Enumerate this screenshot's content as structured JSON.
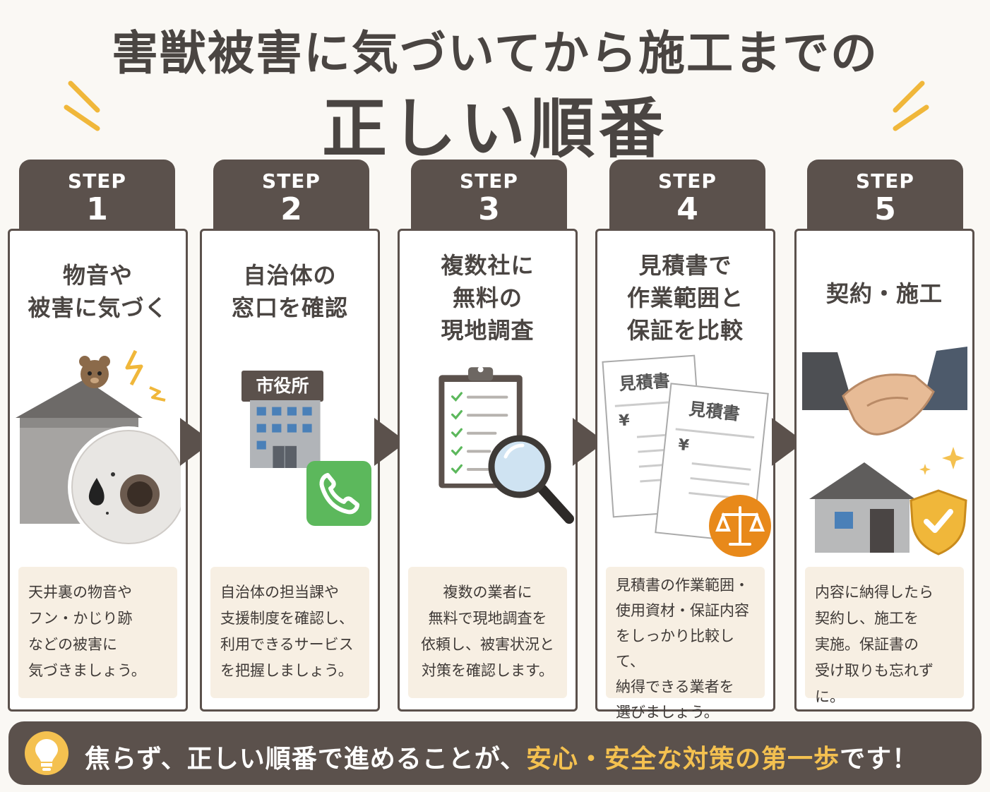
{
  "title": {
    "line1": "害獣被害に気づいてから施工までの",
    "line2": "正しい順番"
  },
  "steps": [
    {
      "label": "STEP",
      "number": "1",
      "heading": [
        "物音や",
        "被害に気づく"
      ],
      "description": [
        "天井裏の物音や",
        "フン・かじり跡",
        "などの被害に",
        "気づきましょう。"
      ]
    },
    {
      "label": "STEP",
      "number": "2",
      "heading": [
        "自治体の",
        "窓口を確認"
      ],
      "sign": "市役所",
      "description": [
        "自治体の担当課や",
        "支援制度を確認し、",
        "利用できるサービス",
        "を把握しましょう。"
      ]
    },
    {
      "label": "STEP",
      "number": "3",
      "heading": [
        "複数社に",
        "無料の",
        "現地調査"
      ],
      "description": [
        "複数の業者に",
        "無料で現地調査を",
        "依頼し、被害状況と",
        "対策を確認します。"
      ]
    },
    {
      "label": "STEP",
      "number": "4",
      "heading": [
        "見積書で",
        "作業範囲と",
        "保証を比較"
      ],
      "doc_label": "見積書",
      "yen": "¥",
      "description": [
        "見積書の作業範囲・",
        "使用資材・保証内容",
        "をしっかり比較して、",
        "納得できる業者を",
        "選びましょう。"
      ]
    },
    {
      "label": "STEP",
      "number": "5",
      "heading": [
        "契約・施工"
      ],
      "description": [
        "内容に納得したら",
        "契約し、施工を",
        "実施。保証書の",
        "受け取りも忘れずに。"
      ]
    }
  ],
  "footer": {
    "text_before": "焦らず、正しい順番で進めることが、",
    "highlight": "安心・安全な対策の第一歩",
    "text_after": "です！"
  },
  "colors": {
    "brown": "#5b514c",
    "beige": "#f7efe3",
    "accent_yellow": "#f4c150",
    "green": "#5cb85c",
    "orange": "#e8891a"
  },
  "icons": [
    "sparkle-icon",
    "mouse-icon",
    "house-icon",
    "building-icon",
    "phone-icon",
    "clipboard-icon",
    "magnifier-icon",
    "document-icon",
    "scale-icon",
    "handshake-icon",
    "shield-check-icon",
    "lightbulb-icon"
  ]
}
